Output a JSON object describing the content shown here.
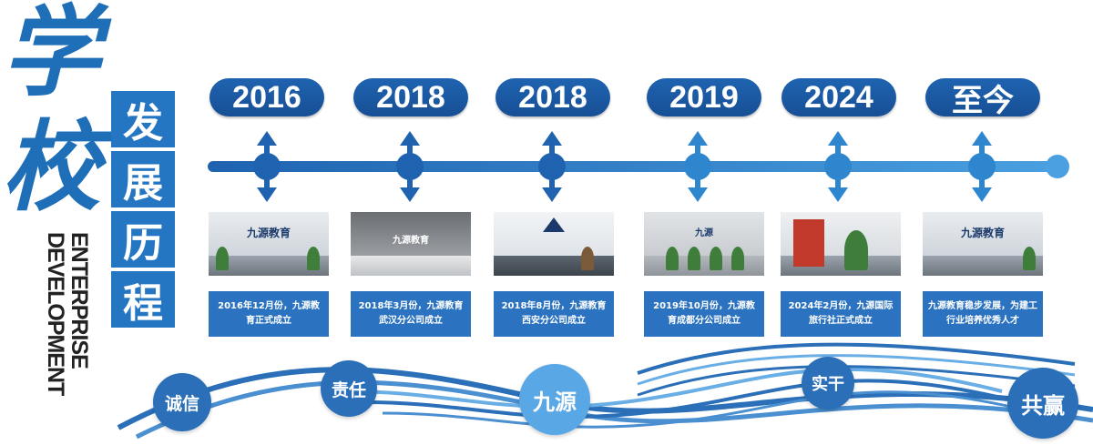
{
  "title": {
    "chars_big": [
      "学",
      "校"
    ],
    "chars_box": [
      "发",
      "展",
      "历",
      "程"
    ],
    "english": [
      "ENTERPRISE",
      "DEVELOPMENT"
    ]
  },
  "timeline": [
    {
      "year": "2016",
      "desc": "2016年12月份，九源教育正式成立",
      "logo": "九源教育"
    },
    {
      "year": "2018",
      "desc": "2018年3月份，九源教育武汉分公司成立",
      "logo": "九源教育"
    },
    {
      "year": "2018",
      "desc": "2018年8月份，九源教育西安分公司成立",
      "logo": ""
    },
    {
      "year": "2019",
      "desc": "2019年10月份，九源教育成都分公司成立",
      "logo": "九源"
    },
    {
      "year": "2024",
      "desc": "2024年2月份，九源国际旅行社正式成立",
      "logo": ""
    },
    {
      "year": "至今",
      "desc": "九源教育稳步发展，为建工行业培养优秀人才",
      "logo": "九源教育"
    }
  ],
  "values": [
    "诚信",
    "责任",
    "九源",
    "实干",
    "共赢"
  ],
  "colors": {
    "primary": "#1f63b0",
    "accent": "#2b73c0",
    "light": "#5aa7e6"
  }
}
